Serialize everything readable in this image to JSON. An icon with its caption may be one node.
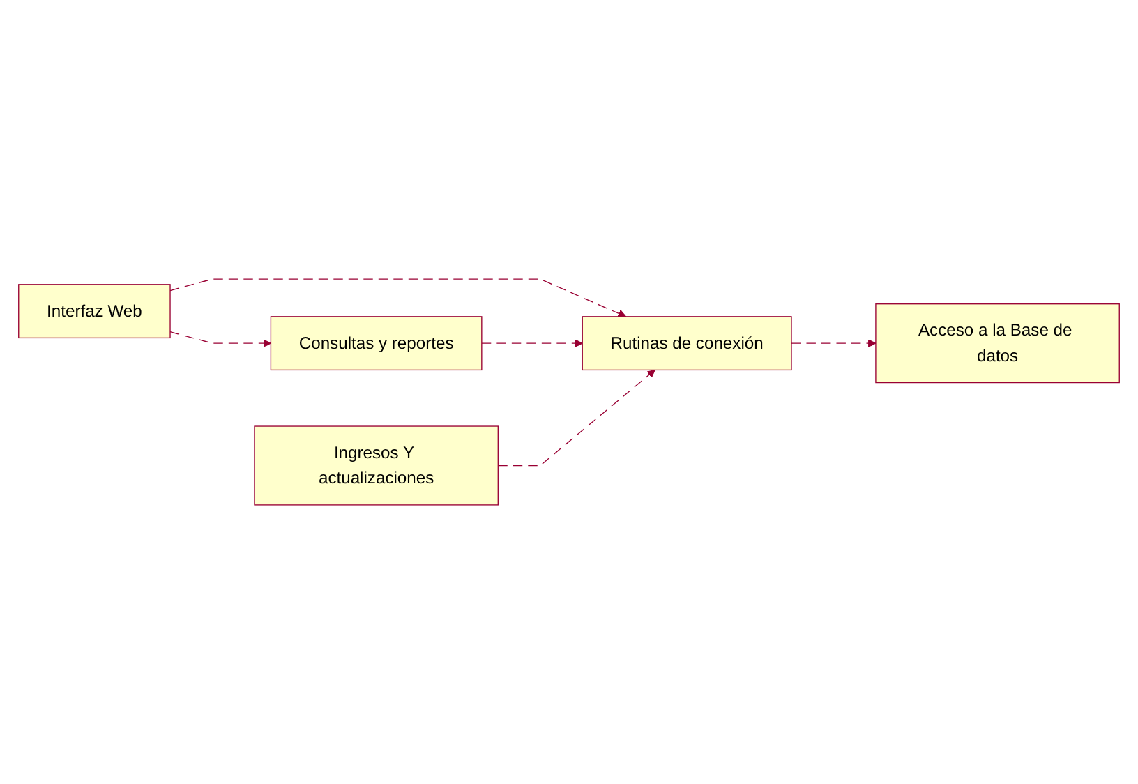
{
  "diagram": {
    "nodes": [
      {
        "text": [
          "Interfaz Web"
        ]
      },
      {
        "text": [
          "Rutinas de conexión"
        ]
      },
      {
        "text": [
          "Consultas y reportes"
        ]
      },
      {
        "text": [
          "Acceso a la Base de datos"
        ]
      },
      {
        "text": [
          "Ingresos Y actualizaciones"
        ]
      }
    ],
    "edges": [
      {
        "from": 0,
        "to": 1,
        "arrow": "to",
        "style": "dashed"
      },
      {
        "from": 0,
        "to": 2,
        "arrow": "to",
        "style": "dashed"
      },
      {
        "from": 2,
        "to": 1,
        "arrow": "to",
        "style": "dashed"
      },
      {
        "from": 1,
        "to": 3,
        "arrow": "to",
        "style": "dashed"
      },
      {
        "from": 4,
        "to": 1,
        "arrow": "to",
        "style": "dashed"
      }
    ]
  }
}
